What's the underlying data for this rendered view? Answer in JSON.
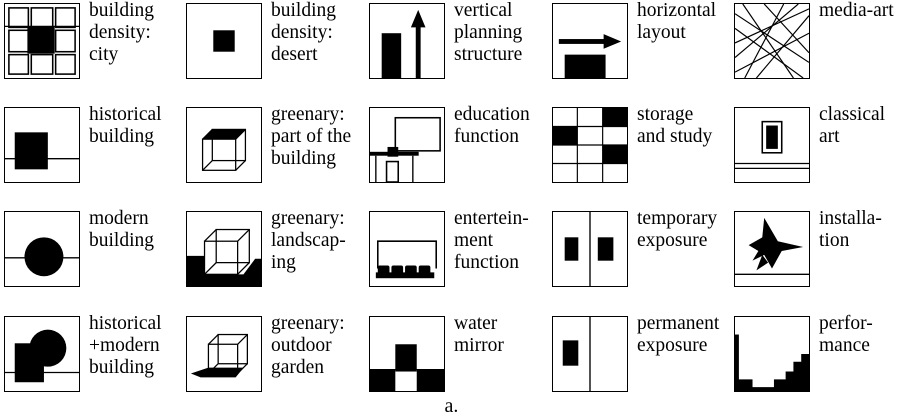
{
  "caption": "a.",
  "legend": [
    {
      "label": "building\ndensity:\ncity",
      "icon": "city-density-icon"
    },
    {
      "label": "building\ndensity:\ndesert",
      "icon": "desert-density-icon"
    },
    {
      "label": "vertical\nplanning\nstructure",
      "icon": "vertical-arrow-icon"
    },
    {
      "label": "horizontal\nlayout",
      "icon": "horizontal-arrow-icon"
    },
    {
      "label": "media-art",
      "icon": "crossing-lines-icon"
    },
    {
      "label": "historical\nbuilding",
      "icon": "square-building-icon"
    },
    {
      "label": "greenary:\npart of the\nbuilding",
      "icon": "cube-on-roof-icon"
    },
    {
      "label": "education\nfunction",
      "icon": "board-desk-icon"
    },
    {
      "label": "storage\nand study",
      "icon": "checker-grid-icon"
    },
    {
      "label": "classical\nart",
      "icon": "framed-picture-icon"
    },
    {
      "label": "modern\nbuilding",
      "icon": "circle-building-icon"
    },
    {
      "label": "greenary:\nlandscap-\ning",
      "icon": "cube-landscape-icon"
    },
    {
      "label": "entertein-\nment\nfunction",
      "icon": "stage-seats-icon"
    },
    {
      "label": "temporary\nexposure",
      "icon": "two-panels-icon"
    },
    {
      "label": "installa-\ntion",
      "icon": "installation-shape-icon"
    },
    {
      "label": "historical\n+modern\nbuilding",
      "icon": "square-circle-building-icon"
    },
    {
      "label": "greenary:\noutdoor\ngarden",
      "icon": "cube-garden-icon"
    },
    {
      "label": "water\nmirror",
      "icon": "water-mirror-icon"
    },
    {
      "label": "permanent\nexposure",
      "icon": "single-panel-icon"
    },
    {
      "label": "perfor-\nmance",
      "icon": "staircase-stage-icon"
    }
  ]
}
